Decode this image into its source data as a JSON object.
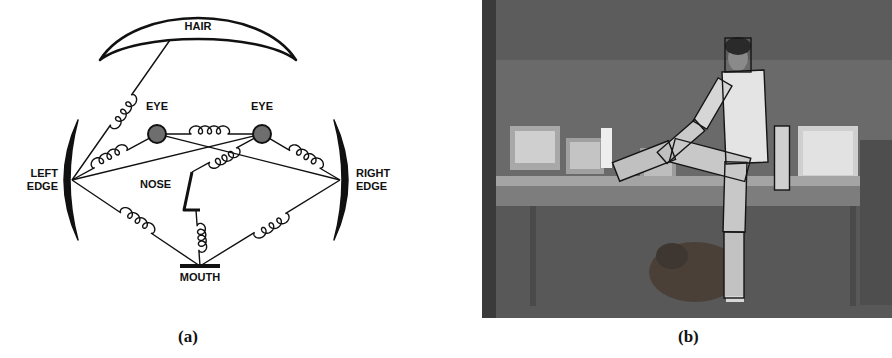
{
  "diagram": {
    "nodes": [
      {
        "text": [
          "HAIR"
        ]
      },
      {
        "text": [
          "LEFT EDGE"
        ]
      },
      {
        "text": [
          "EYE"
        ]
      },
      {
        "text": [
          "EYE"
        ]
      },
      {
        "text": [
          "RIGHT EDGE"
        ]
      },
      {
        "text": [
          "NOSE"
        ]
      },
      {
        "text": [
          "MOUTH"
        ]
      }
    ],
    "edges": [
      {
        "from": 0,
        "to": 1,
        "arrow": "none"
      },
      {
        "from": 1,
        "to": 2,
        "arrow": "none"
      },
      {
        "from": 2,
        "to": 3,
        "arrow": "none"
      },
      {
        "from": 1,
        "to": 3,
        "arrow": "none"
      },
      {
        "from": 2,
        "to": 4,
        "arrow": "none"
      },
      {
        "from": 3,
        "to": 4,
        "arrow": "none"
      },
      {
        "from": 3,
        "to": 5,
        "arrow": "none"
      },
      {
        "from": 1,
        "to": 6,
        "arrow": "none"
      },
      {
        "from": 4,
        "to": 6,
        "arrow": "none"
      },
      {
        "from": 5,
        "to": 6,
        "arrow": "none"
      }
    ],
    "labels": [
      "(a)",
      "(b)"
    ]
  }
}
